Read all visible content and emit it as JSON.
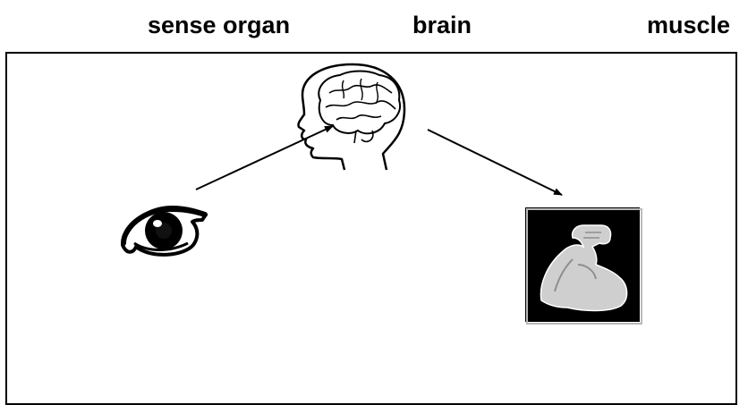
{
  "labels": {
    "sense_organ": "sense organ",
    "brain": "brain",
    "muscle": "muscle"
  },
  "icons": {
    "eye": "eye-icon",
    "brain": "brain-head-icon",
    "muscle": "flexed-arm-icon"
  },
  "colors": {
    "text": "#000000",
    "frame": "#000000",
    "muscle_bg": "#000000",
    "arm": "#cfcfcf"
  }
}
